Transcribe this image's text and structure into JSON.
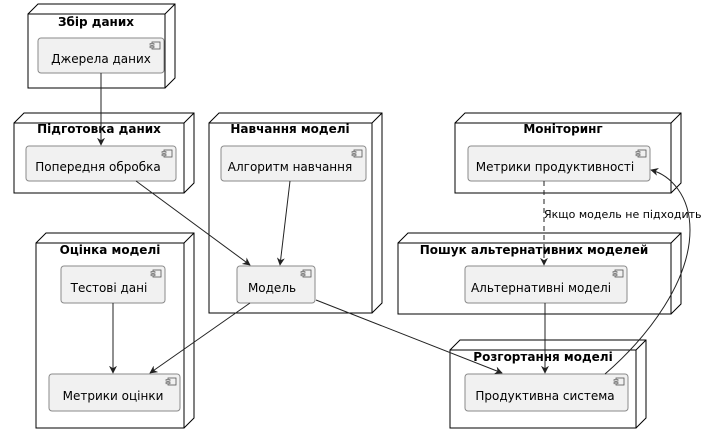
{
  "nodes": {
    "collection": "Збір даних",
    "preparation": "Підготовка даних",
    "training": "Навчання моделі",
    "monitoring": "Моніторинг",
    "evaluation": "Оцінка моделі",
    "alt_search": "Пошук альтернативних моделей",
    "deployment": "Розгортання моделі"
  },
  "components": {
    "data_sources": "Джерела даних",
    "preprocessing": "Попередня обробка",
    "algorithm": "Алгоритм навчання",
    "model": "Модель",
    "perf_metrics": "Метрики продуктивності",
    "test_data": "Тестові дані",
    "eval_metrics": "Метрики оцінки",
    "alt_models": "Альтернативні моделі",
    "prod_system": "Продуктивна система"
  },
  "edges": {
    "fallback_label": "Якщо модель не підходить"
  }
}
